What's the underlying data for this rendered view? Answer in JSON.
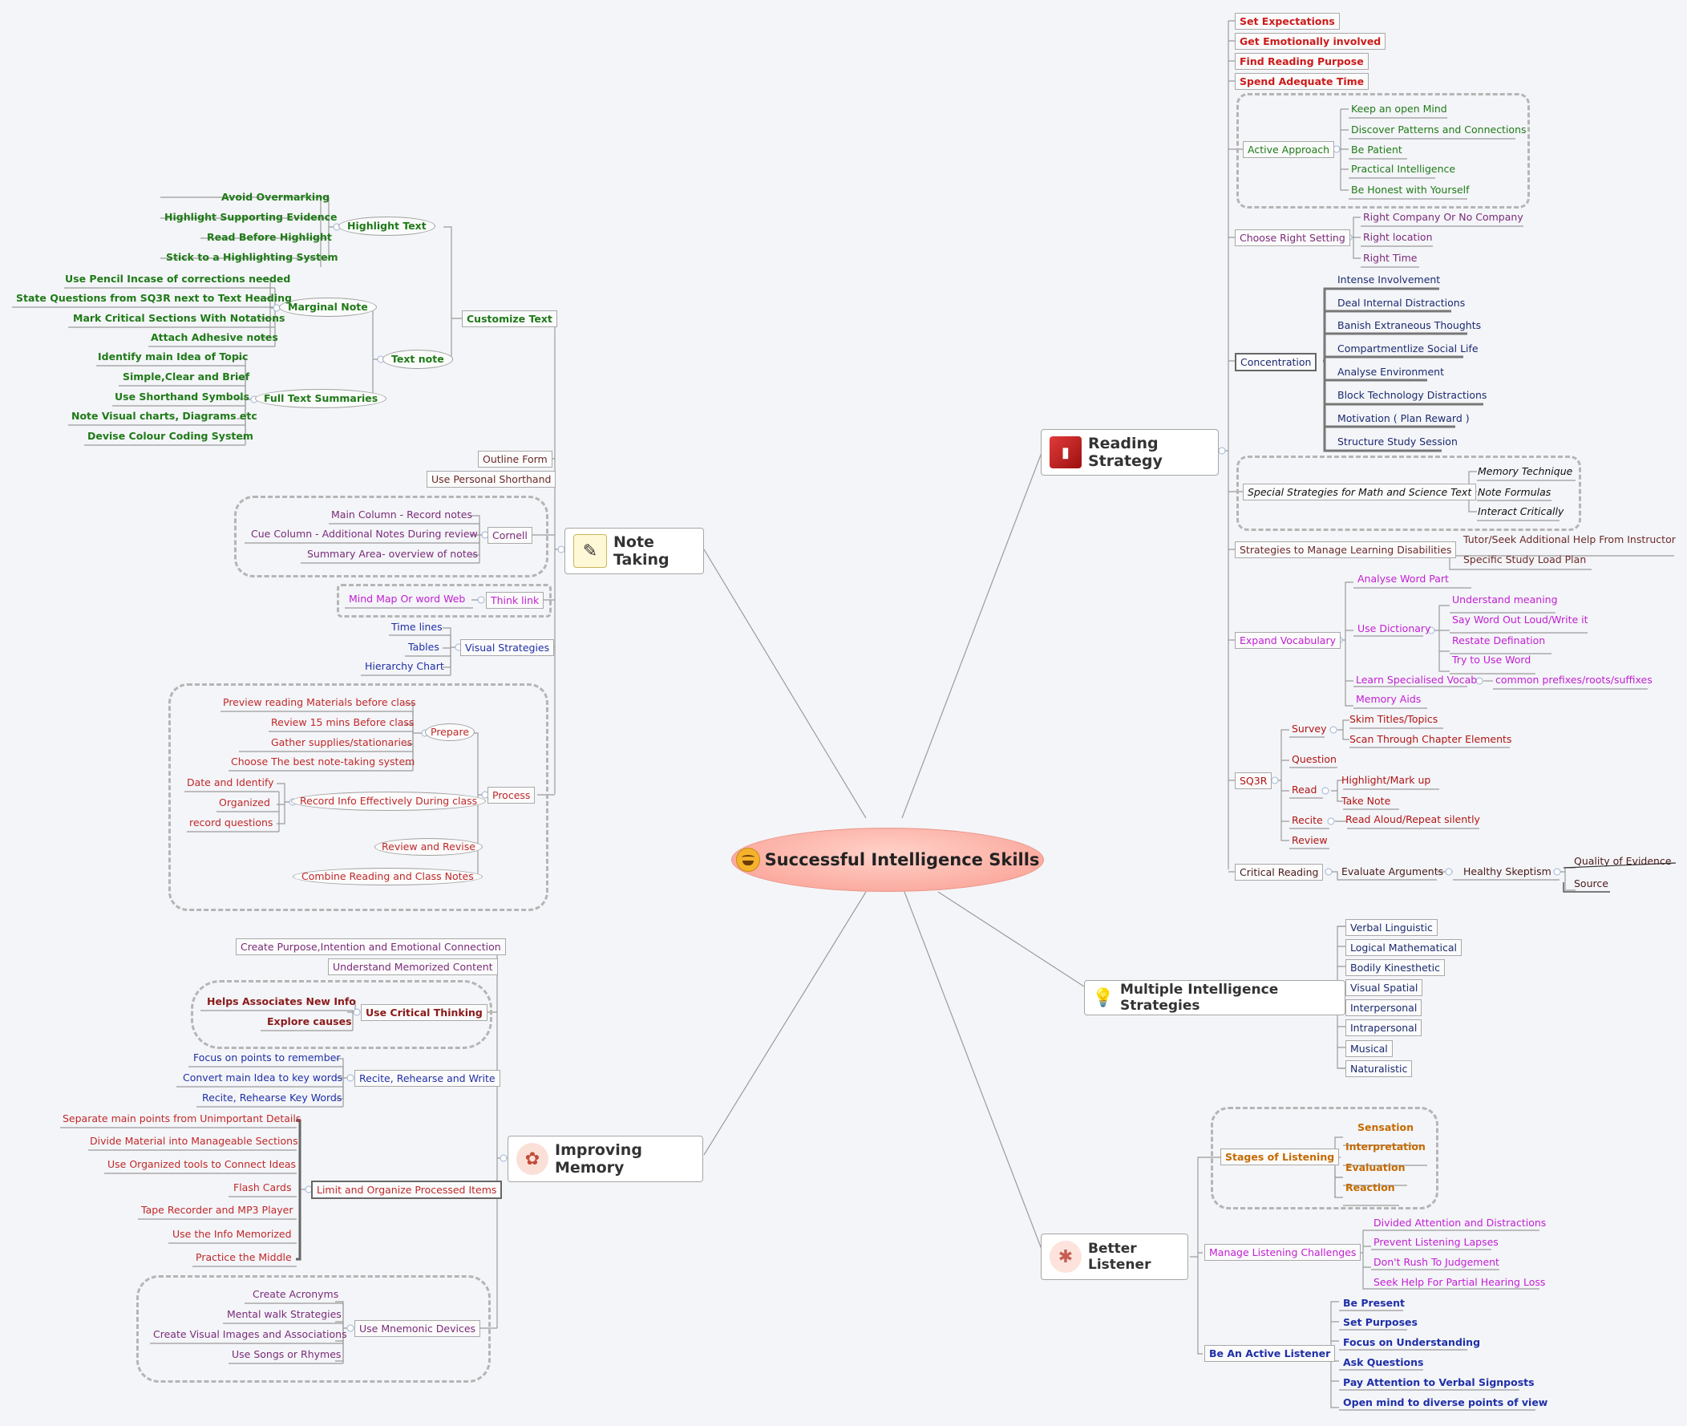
{
  "center": {
    "label": "Successful Intelligence Skills",
    "icon": "smiley-icon"
  },
  "reading_strategy": {
    "title": "Reading Strategy",
    "icon": "red-book-icon",
    "set_expectations": "Set Expectations",
    "get_emotionally": "Get Emotionally involved",
    "find_purpose": "Find Reading Purpose",
    "spend_time": "Spend Adequate Time",
    "active_approach": "Active Approach",
    "active_items": [
      "Keep an open Mind",
      "Discover Patterns and Connections",
      "Be Patient",
      "Practical Intelligence",
      "Be Honest with Yourself"
    ],
    "choose_setting": "Choose Right Setting",
    "setting_items": [
      "Right Company Or No Company",
      "Right location",
      "Right Time"
    ],
    "concentration": "Concentration",
    "concentration_items": [
      "Intense Involvement",
      "Deal Internal Distractions",
      "Banish Extraneous Thoughts",
      "Compartmentlize Social Life",
      "Analyse Environment",
      "Block Technology Distractions",
      "Motivation ( Plan Reward )",
      "Structure Study Session"
    ],
    "special": "Special Strategies for Math and Science Text",
    "special_items": [
      "Memory Technique",
      "Note Formulas",
      "Interact Critically"
    ],
    "disabilities": "Strategies to Manage Learning Disabilities",
    "disabilities_items": [
      "Tutor/Seek Additional Help From Instructor",
      "Specific Study Load Plan"
    ],
    "vocab": "Expand Vocabulary",
    "analyse_word": "Analyse Word Part",
    "use_dictionary": "Use Dictionary",
    "dictionary_items": [
      "Understand meaning",
      "Say Word Out Loud/Write it",
      "Restate Defination",
      "Try to Use Word"
    ],
    "learn_specialised": "Learn Specialised Vocab",
    "prefixes": "common prefixes/roots/suffixes",
    "memory_aids": "Memory Aids",
    "sq3r": "SQ3R",
    "survey": "Survey",
    "survey_items": [
      "Skim Titles/Topics",
      "Scan Through Chapter Elements"
    ],
    "question": "Question",
    "read": "Read",
    "read_items": [
      "Highlight/Mark up",
      "Take Note"
    ],
    "recite": "Recite",
    "recite_item": "Read Aloud/Repeat silently",
    "review": "Review",
    "critical": "Critical Reading",
    "evaluate": "Evaluate Arguments",
    "skeptism": "Healthy Skeptism",
    "skeptism_items": [
      "Quality of Evidence",
      "Source"
    ]
  },
  "multiple": {
    "title": "Multiple Intelligence Strategies",
    "icon": "light-bulb-icon",
    "items": [
      "Verbal Linguistic",
      "Logical Mathematical",
      "Bodily Kinesthetic",
      "Visual Spatial",
      "Interpersonal",
      "Intrapersonal",
      "Musical",
      "Naturalistic"
    ]
  },
  "listener": {
    "title": "Better Listener",
    "icon": "ear-icon",
    "stages": "Stages of Listening",
    "stage_items": [
      "Sensation",
      "Interpretation",
      "Evaluation",
      "Reaction"
    ],
    "manage": "Manage Listening Challenges",
    "manage_items": [
      "Divided Attention and Distractions",
      "Prevent Listening Lapses",
      "Don't Rush To Judgement",
      "Seek Help For Partial Hearing Loss"
    ],
    "active": "Be An Active Listener",
    "active_items": [
      "Be Present",
      "Set Purposes",
      "Focus on Understanding",
      "Ask Questions",
      "Pay Attention to Verbal Signposts",
      "Open mind to diverse points of view"
    ]
  },
  "note_taking": {
    "title": "Note Taking",
    "icon": "notepad-pencil-icon",
    "customize": "Customize Text",
    "highlight": "Highlight Text",
    "highlight_items": [
      "Avoid Overmarking",
      "Highlight Supporting Evidence",
      "Read Before Highlight",
      "Stick to a Highlighting System"
    ],
    "text_note": "Text note",
    "marginal": "Marginal Note",
    "marginal_items": [
      "Use Pencil Incase of corrections needed",
      "State Questions from SQ3R next to Text Heading",
      "Mark Critical Sections With Notations",
      "Attach Adhesive notes"
    ],
    "full_text": "Full Text Summaries",
    "full_items": [
      "Identify main Idea of Topic",
      "Simple,Clear and Brief",
      "Use Shorthand Symbols",
      "Note Visual charts, Diagrams etc",
      "Devise Colour Coding System"
    ],
    "outline": "Outline Form",
    "shorthand": "Use Personal Shorthand",
    "cornell": "Cornell",
    "cornell_items": [
      "Main Column - Record notes",
      "Cue Column - Additional Notes During review",
      "Summary Area- overview of notes"
    ],
    "think_link": "Think link",
    "mind_map": "Mind Map Or word Web",
    "visual": "Visual Strategies",
    "visual_items": [
      "Time lines",
      "Tables",
      "Hierarchy Chart"
    ],
    "process": "Process",
    "prepare": "Prepare",
    "prepare_items": [
      "Preview reading Materials before class",
      "Review 15 mins Before class",
      "Gather supplies/stationaries",
      "Choose The best note-taking system"
    ],
    "record": "Record Info Effectively During class",
    "record_items": [
      "Date and Identify",
      "Organized",
      "record questions"
    ],
    "review_revise": "Review and Revise",
    "combine": "Combine Reading and Class Notes"
  },
  "memory": {
    "title": "Improving Memory",
    "icon": "brain-icon",
    "create_purpose": "Create Purpose,Intention and Emotional Connection",
    "understand": "Understand Memorized Content",
    "critical_thinking": "Use Critical Thinking",
    "critical_items": [
      "Helps Associates New Info",
      "Explore causes"
    ],
    "recite": "Recite, Rehearse and Write",
    "recite_items": [
      "Focus on points to remember",
      "Convert main Idea to key words",
      "Recite, Rehearse Key Words"
    ],
    "limit": "Limit and Organize Processed Items",
    "limit_items": [
      "Separate main points from Unimportant Details",
      "Divide Material into Manageable Sections",
      "Use Organized tools to Connect Ideas",
      "Flash Cards",
      "Tape Recorder and MP3 Player",
      "Use the Info Memorized",
      "Practice the Middle"
    ],
    "mnemonic": "Use Mnemonic Devices",
    "mnemonic_items": [
      "Create Acronyms",
      "Mental walk Strategies",
      "Create Visual Images and Associations",
      "Use Songs or Rhymes"
    ]
  }
}
